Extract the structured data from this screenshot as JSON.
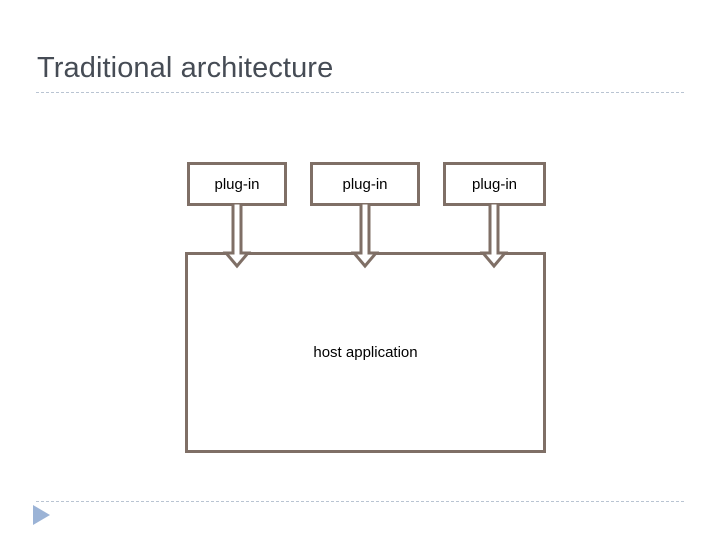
{
  "slide": {
    "title": "Traditional architecture",
    "background_color": "#FFFFFF",
    "title_color": "#464C55",
    "rule_color": "#B9C4D2"
  },
  "diagram": {
    "type": "block-diagram",
    "shape_border_color": "#7F6F66",
    "shape_fill_color": "#FFFFFF",
    "label_color": "#000000",
    "plugins": [
      {
        "label": "plug-in"
      },
      {
        "label": "plug-in"
      },
      {
        "label": "plug-in"
      }
    ],
    "connectors": [
      {
        "kind": "hollow-down-arrow",
        "from": "plug-in 1",
        "to": "host application"
      },
      {
        "kind": "hollow-down-arrow",
        "from": "plug-in 2",
        "to": "host application"
      },
      {
        "kind": "hollow-down-arrow",
        "from": "plug-in 3",
        "to": "host application"
      }
    ],
    "host": {
      "label": "host application"
    }
  },
  "footer": {
    "play_icon": "play-triangle-icon",
    "play_icon_color": "#9BB3D6"
  }
}
